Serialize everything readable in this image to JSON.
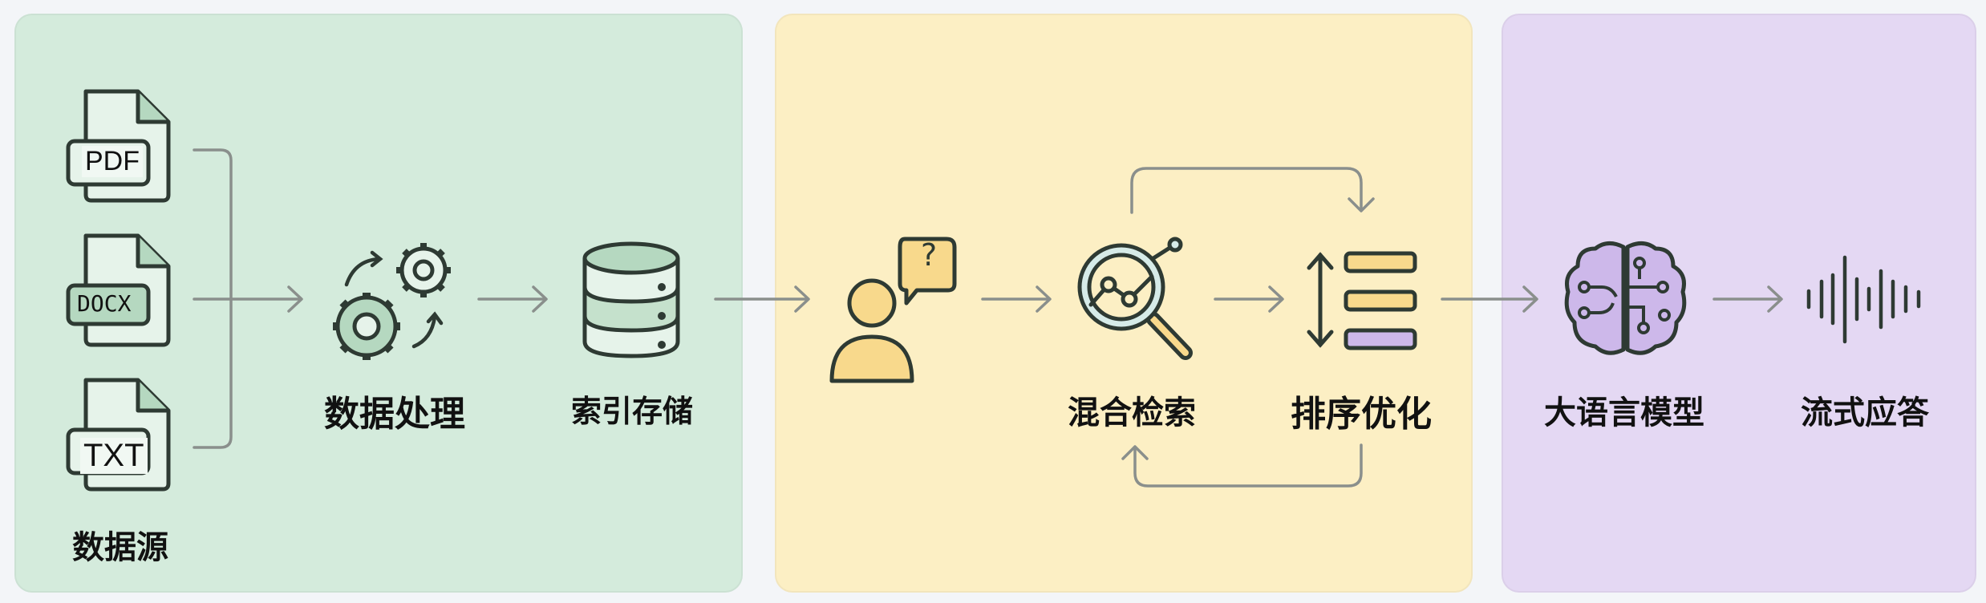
{
  "sections": [
    {
      "name": "ingestion",
      "color": "#d4ebdc"
    },
    {
      "name": "retrieval",
      "color": "#fcefc4"
    },
    {
      "name": "generation",
      "color": "#e4d8f3"
    }
  ],
  "sources": {
    "files": [
      "PDF",
      "DOCX",
      "TXT"
    ],
    "label": "数据源"
  },
  "steps": {
    "processing": "数据处理",
    "index_storage": "索引存储",
    "hybrid_retrieval": "混合检索",
    "rerank": "排序优化",
    "llm": "大语言模型",
    "streaming": "流式应答"
  },
  "icons": {
    "user_question": "user-question-icon",
    "question_mark": "?"
  }
}
